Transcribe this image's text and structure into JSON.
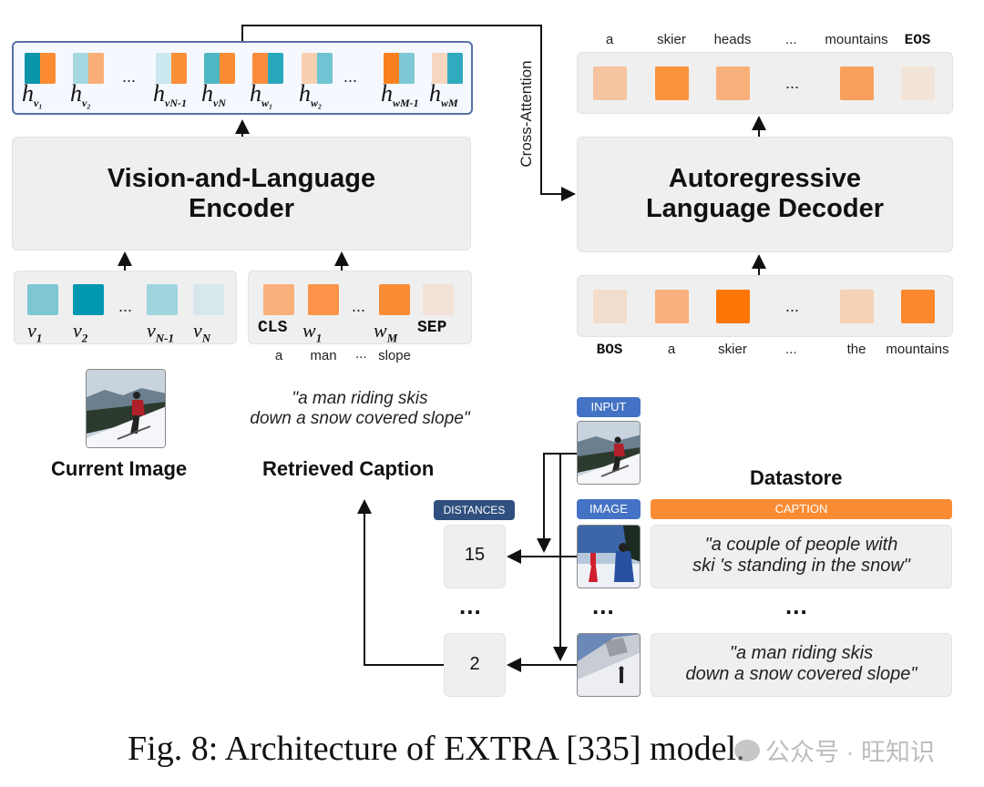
{
  "encoder": {
    "title_line1": "Vision-and-Language",
    "title_line2": "Encoder",
    "hidden_states": [
      {
        "base": "h",
        "sub": "v₁",
        "colors": [
          "#0b95a8",
          "#fb8c34"
        ]
      },
      {
        "base": "h",
        "sub": "v₂",
        "colors": [
          "#a6d8e2",
          "#f9ae78"
        ]
      },
      {
        "base": "h",
        "sub": "vN-1",
        "colors": [
          "#cbe8ee",
          "#fb8f38"
        ]
      },
      {
        "base": "h",
        "sub": "vN",
        "colors": [
          "#4fb6c3",
          "#fb8c34"
        ]
      },
      {
        "base": "h",
        "sub": "w₁",
        "colors": [
          "#fb8c3c",
          "#28a8bc"
        ]
      },
      {
        "base": "h",
        "sub": "w₂",
        "colors": [
          "#f8cfb0",
          "#70c4d3"
        ]
      },
      {
        "base": "h",
        "sub": "wM-1",
        "colors": [
          "#fa801e",
          "#7ec9d6"
        ]
      },
      {
        "base": "h",
        "sub": "wM",
        "colors": [
          "#f6d6c0",
          "#30aabe"
        ]
      }
    ],
    "ellipsis": "...",
    "visual_tokens": [
      {
        "base": "v",
        "sub": "1",
        "color": "#7ec6d3"
      },
      {
        "base": "v",
        "sub": "2",
        "color": "#0098b0"
      },
      {
        "base": "v",
        "sub": "N-1",
        "color": "#a0d4de"
      },
      {
        "base": "v",
        "sub": "N",
        "color": "#d6e8ec"
      }
    ],
    "text_tokens": [
      {
        "label": "CLS",
        "mono": true,
        "color": "#f9b07a",
        "word": "a"
      },
      {
        "base": "w",
        "sub": "1",
        "color": "#fb9448",
        "word": "man"
      },
      {
        "base": "w",
        "sub": "M",
        "color": "#fb8c34",
        "word": "slope"
      },
      {
        "label": "SEP",
        "mono": true,
        "color": "#f2e2d8",
        "word": ""
      }
    ],
    "text_words_ellipsis": "..."
  },
  "cross_attention_label": "Cross-Attention",
  "decoder": {
    "title_line1": "Autoregressive",
    "title_line2": "Language Decoder",
    "output_tokens": [
      {
        "word": "a",
        "color": "#f6c4a0"
      },
      {
        "word": "skier",
        "color": "#fb923c"
      },
      {
        "word": "heads",
        "color": "#f8b07a"
      },
      {
        "word": "mountains",
        "color": "#f9a15c"
      },
      {
        "word": "EOS",
        "mono": true,
        "color": "#f2e4d8"
      }
    ],
    "input_tokens": [
      {
        "word": "BOS",
        "mono": true,
        "color": "#f2ddcc"
      },
      {
        "word": "a",
        "color": "#f9b07c"
      },
      {
        "word": "skier",
        "color": "#fe7606"
      },
      {
        "word": "the",
        "color": "#f6d2b6"
      },
      {
        "word": "mountains",
        "color": "#fb882c"
      }
    ],
    "ellipsis": "..."
  },
  "current_image": {
    "label": "Current Image"
  },
  "retrieved_caption": {
    "label": "Retrieved Caption",
    "line1": "\"a man riding skis",
    "line2": "down a snow covered slope\""
  },
  "datastore": {
    "title": "Datastore",
    "input_badge": "INPUT",
    "distances_badge": "DISTANCES",
    "image_badge": "IMAGE",
    "caption_badge": "CAPTION",
    "colors": {
      "input_badge": "#4472c4",
      "distances_badge": "#2f4f7f",
      "image_badge": "#4472c4",
      "caption_badge": "#fb8c34"
    },
    "rows": [
      {
        "distance": "15",
        "caption_line1": "\"a couple of people with",
        "caption_line2": "ski 's standing in the snow\""
      },
      {
        "distance": "2",
        "caption_line1": "\"a man riding skis",
        "caption_line2": "down a snow covered slope\""
      }
    ],
    "ellipsis": "..."
  },
  "figure_caption": "Fig. 8: Architecture of EXTRA [335] model.",
  "watermark": "公众号 · 旺知识"
}
